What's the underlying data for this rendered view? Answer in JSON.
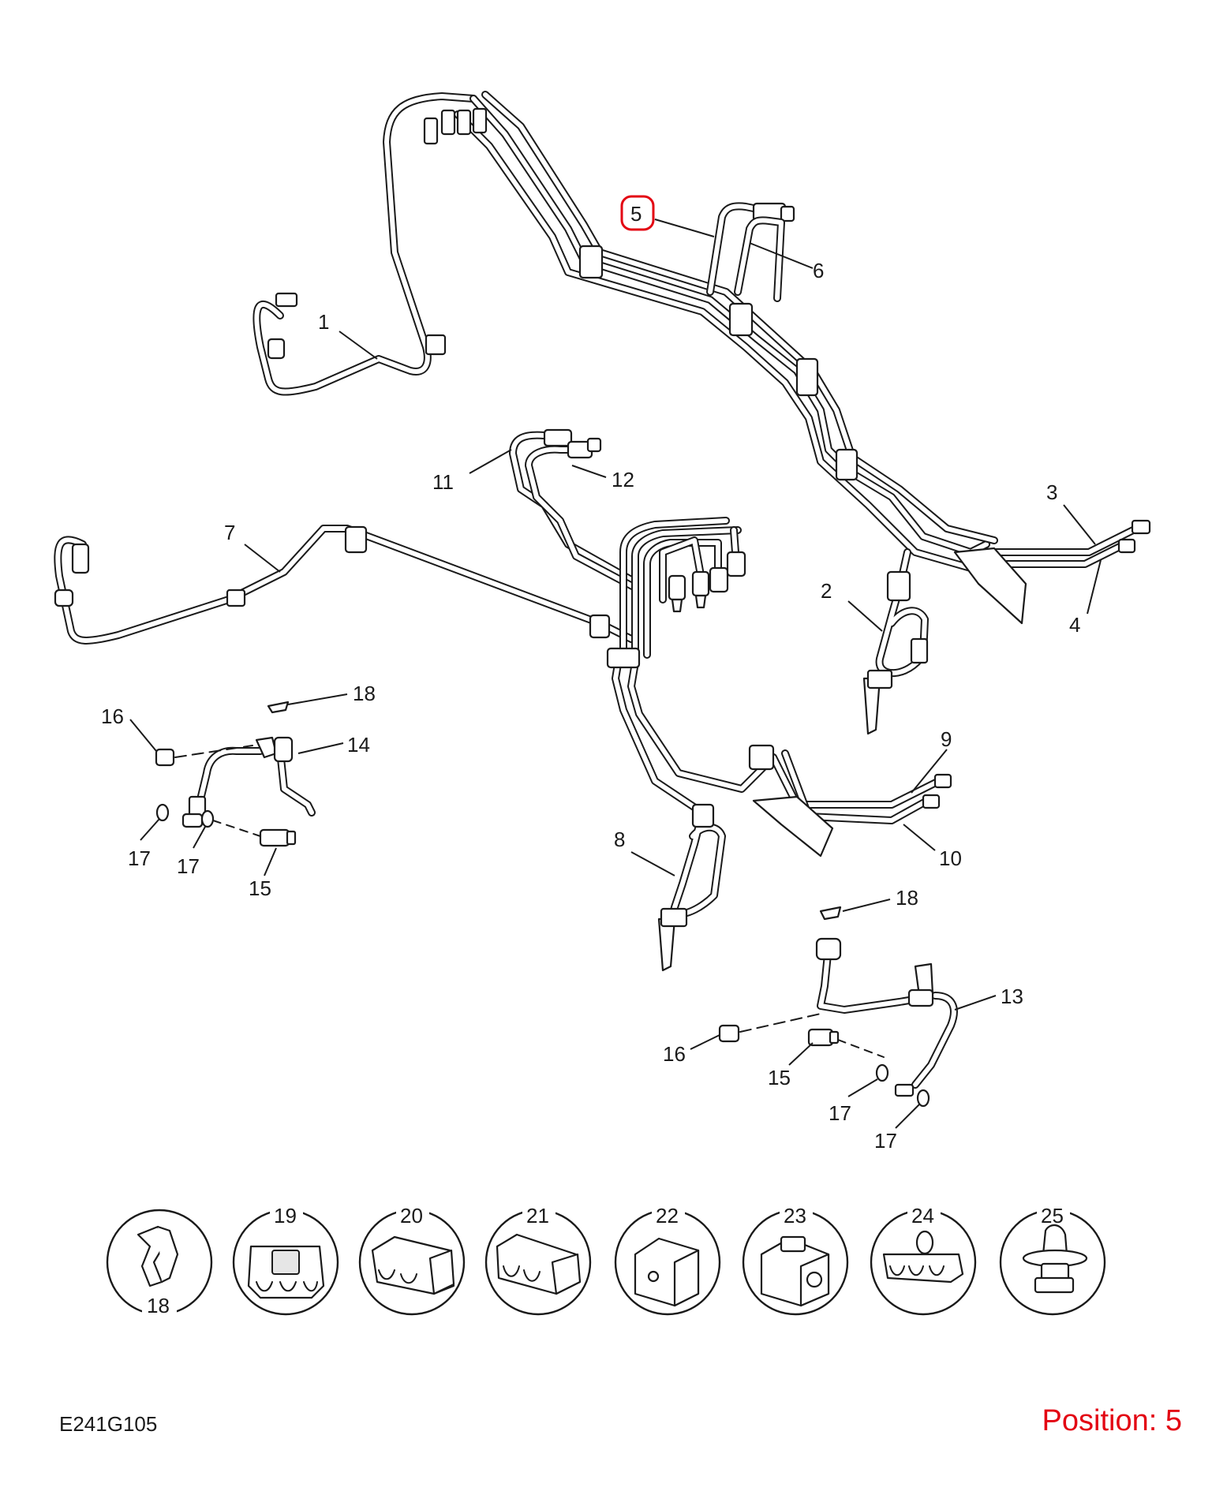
{
  "drawing_code": "E241G105",
  "position_label": "Position: 5",
  "highlight_color": "#e30613",
  "line_color": "#1a1a1a",
  "highlighted_callout": "5",
  "callouts": {
    "c1": "1",
    "c2": "2",
    "c3": "3",
    "c4": "4",
    "c5": "5",
    "c6": "6",
    "c7": "7",
    "c8": "8",
    "c9": "9",
    "c10": "10",
    "c11": "11",
    "c12": "12",
    "c13": "13",
    "c14": "14",
    "c15a": "15",
    "c15b": "15",
    "c16a": "16",
    "c16b": "16",
    "c17a": "17",
    "c17b": "17",
    "c17c": "17",
    "c17d": "17",
    "c18a": "18",
    "c18b": "18",
    "c18c": "18",
    "c19": "19",
    "c20": "20",
    "c21": "21",
    "c22": "22",
    "c23": "23",
    "c24": "24",
    "c25": "25"
  }
}
